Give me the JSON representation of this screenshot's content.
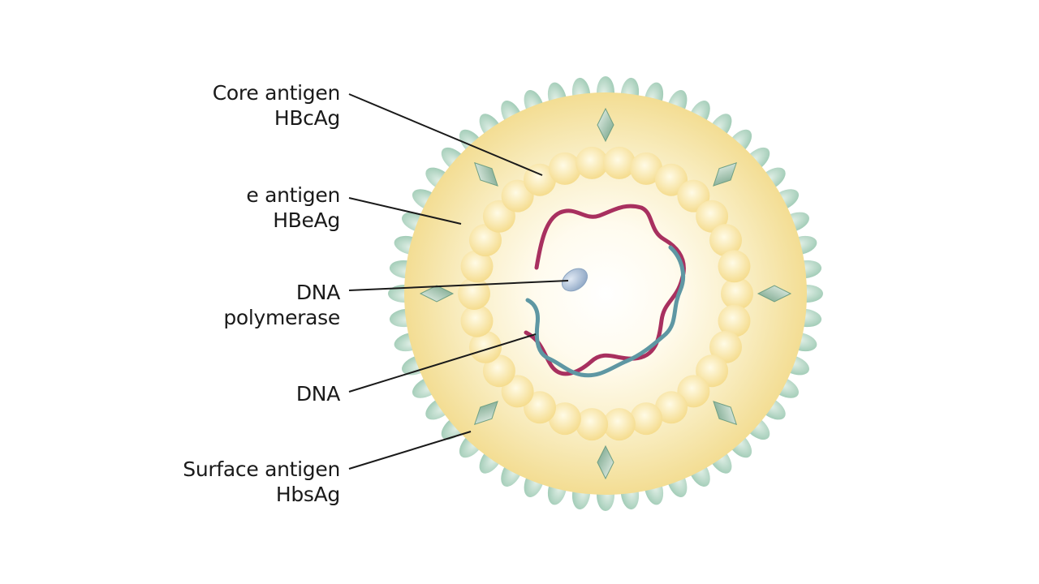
{
  "labels": {
    "core_antigen": {
      "name": "Core antigen",
      "abbr": "HBcAg"
    },
    "e_antigen": {
      "name": "e antigen",
      "abbr": "HBeAg"
    },
    "dna_polymerase": {
      "line1": "DNA",
      "line2": "polymerase"
    },
    "dna": {
      "name": "DNA"
    },
    "surface_antigen": {
      "name": "Surface antigen",
      "abbr": "HbsAg"
    }
  },
  "colors": {
    "background": "#ffffff",
    "capsule_fill": "#f5e3a0",
    "capsule_center": "#ffffff",
    "surface_antigen": "#b2d8c4",
    "core_antigen": "#f8e49a",
    "e_antigen": "#8fb89f",
    "dna_strand_1": "#a8305f",
    "dna_strand_2": "#5e97a3",
    "dna_polymerase": "#a8bcd6",
    "leader_line": "#1a1a1a"
  }
}
